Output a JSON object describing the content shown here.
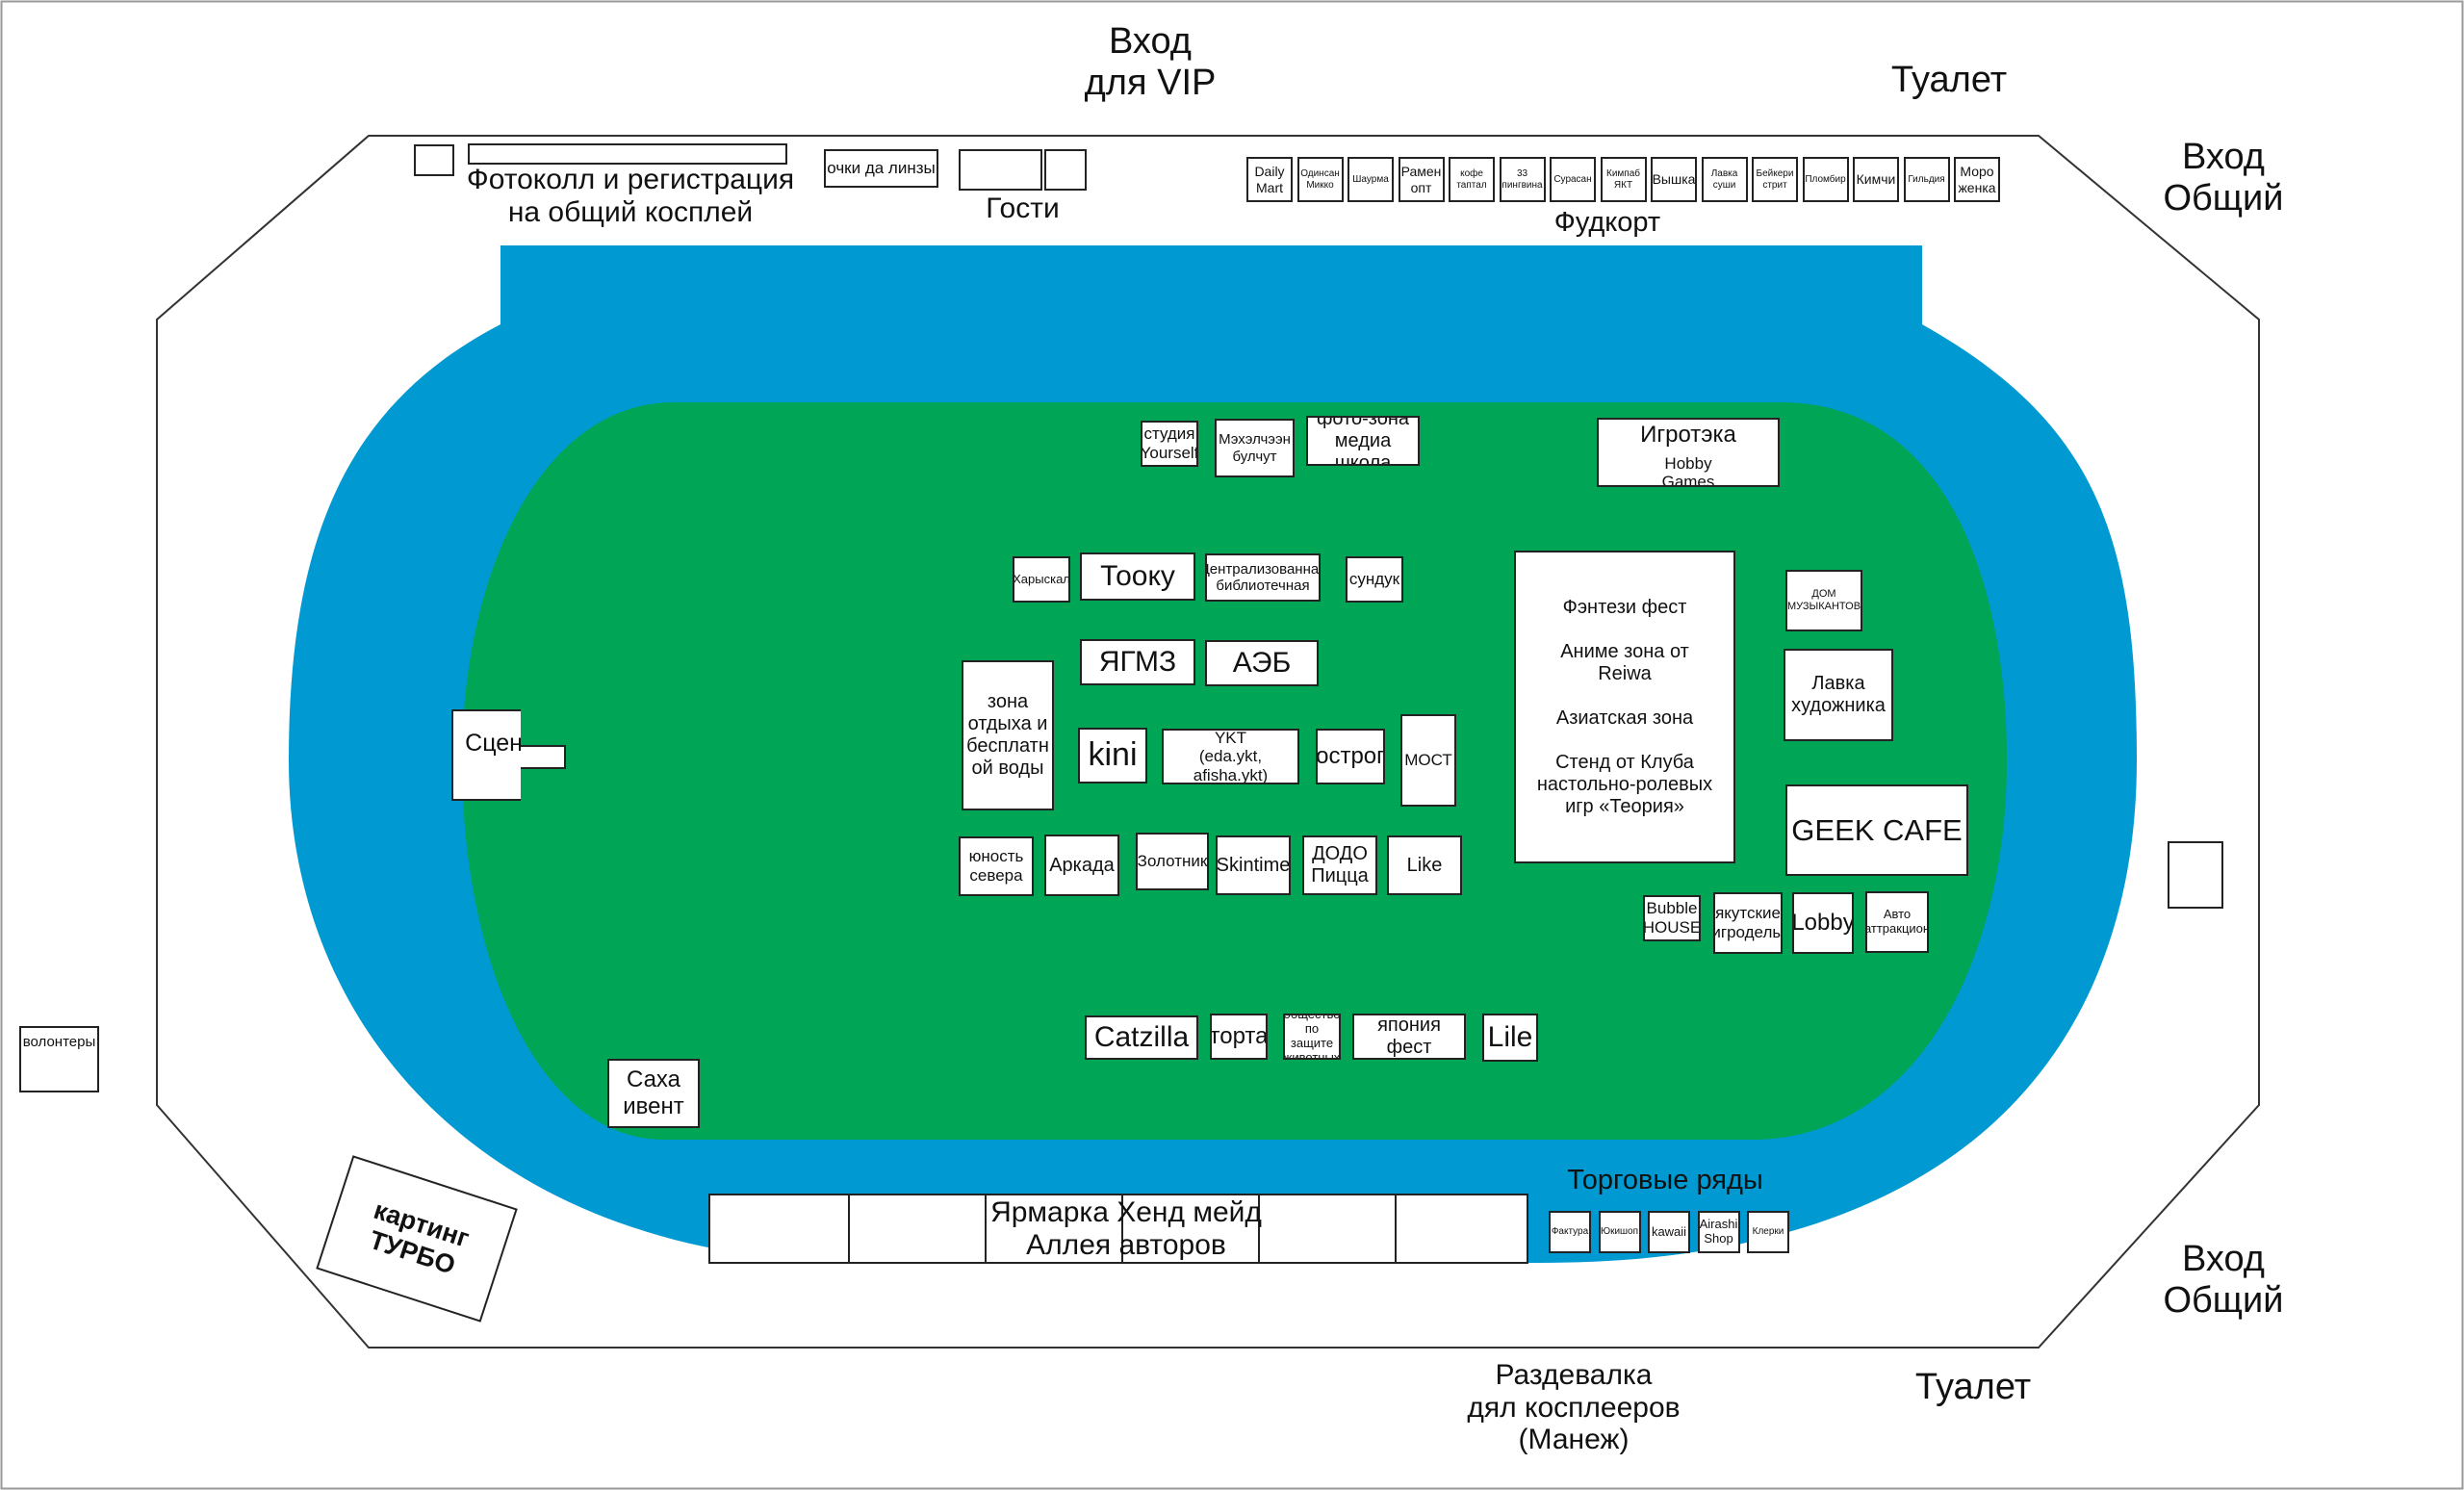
{
  "colors": {
    "track": "#0099d1",
    "field": "#00a556",
    "outline": "#333333",
    "box_border": "#222222"
  },
  "outside": {
    "vip_entrance": "Вход\nдля VIP",
    "toilet_top": "Туалет",
    "entrance_general_top": "Вход\nОбщий",
    "entrance_general_bottom": "Вход\nОбщий",
    "toilet_bottom": "Туалет",
    "cloakroom": "Раздевалка\nдял косплееров\n(Манеж)",
    "volunteers": "волонтеры",
    "karting": "картинг\nТУРБО"
  },
  "top_row": {
    "photocall_label": "Фотоколл и регистрация\nна общий косплей",
    "glasses_lenses": "очки да линзы",
    "guests_label": "Гости",
    "foodcourt_label": "Фудкорт",
    "food_stalls": [
      "Daily\nMart",
      "Одинсан\nМикко",
      "Шаурма",
      "Рамен\nопт",
      "кофе\nтаптал",
      "33\nпингвина",
      "Сурасан",
      "Кимпаб\nЯКТ",
      "Вышка",
      "Лавка\nсуши",
      "Бейкери\nстрит",
      "Пломбир",
      "Кимчи",
      "Гильдия",
      "Моро\nженка"
    ]
  },
  "field": {
    "studio_yourself": "студия\nYourself",
    "mekhelchen": "Мэхэлчээн\nбулчут",
    "photo_media_school": "фото-зона\nмедиа школа",
    "igroteka": "Игротэка",
    "hobby_games": "Hobby\nGames",
    "kharyskhal": "Харыскал",
    "tooku": "Тооку",
    "central_library": "Централизованная\nбиблиотечная",
    "sunduk": "сундук",
    "fantasy_zone": "Фэнтези фест\n\nАниме зона от\nReiwa\n\nАзиатская зона\n\nСтенд от Клуба\nнастольно-ролевых\nигр «Теория»",
    "dom_muzykantov": "ДОМ\nМУЗЫКАНТОВ",
    "lavka_khudozhnika": "Лавка\nхудожника",
    "geek_cafe": "GEEK CAFE",
    "stage": "Сцена",
    "rest_zone": "зона\nотдыха и\nбесплатн\nой воды",
    "yagmz": "ЯГМЗ",
    "aeb": "АЭБ",
    "kini": "kini",
    "ykt": "YKT\n(eda.ykt, afisha.ykt)",
    "ostrog": "острог",
    "most": "МОСТ",
    "yunost_severa": "юность\nсевера",
    "arkada": "Аркада",
    "zolotnik": "Золотник",
    "skintime": "Skintime",
    "dodo_pizza": "ДОДО\nПицца",
    "like": "Like",
    "bubble_house": "Bubble\nHOUSE",
    "yakut_igrodely": "якутские\nигроделы",
    "lobby": "Lobby",
    "avto_attraktsion": "Авто\nаттракцион",
    "catzilla": "Catzilla",
    "torta": "торта",
    "animal_society": "общество\nпо защите\nживотных",
    "japan_fest": "япония фест",
    "lile": "Lile",
    "sakha_event": "Саха\nивент"
  },
  "bottom": {
    "fair_label": "Ярмарка Хенд мейд\nАллея авторов",
    "trade_rows_label": "Торговые ряды",
    "trade_stalls": [
      "Фактура",
      "Юкишоп",
      "kawaii",
      "Airashi\nShop",
      "Клерки"
    ]
  }
}
